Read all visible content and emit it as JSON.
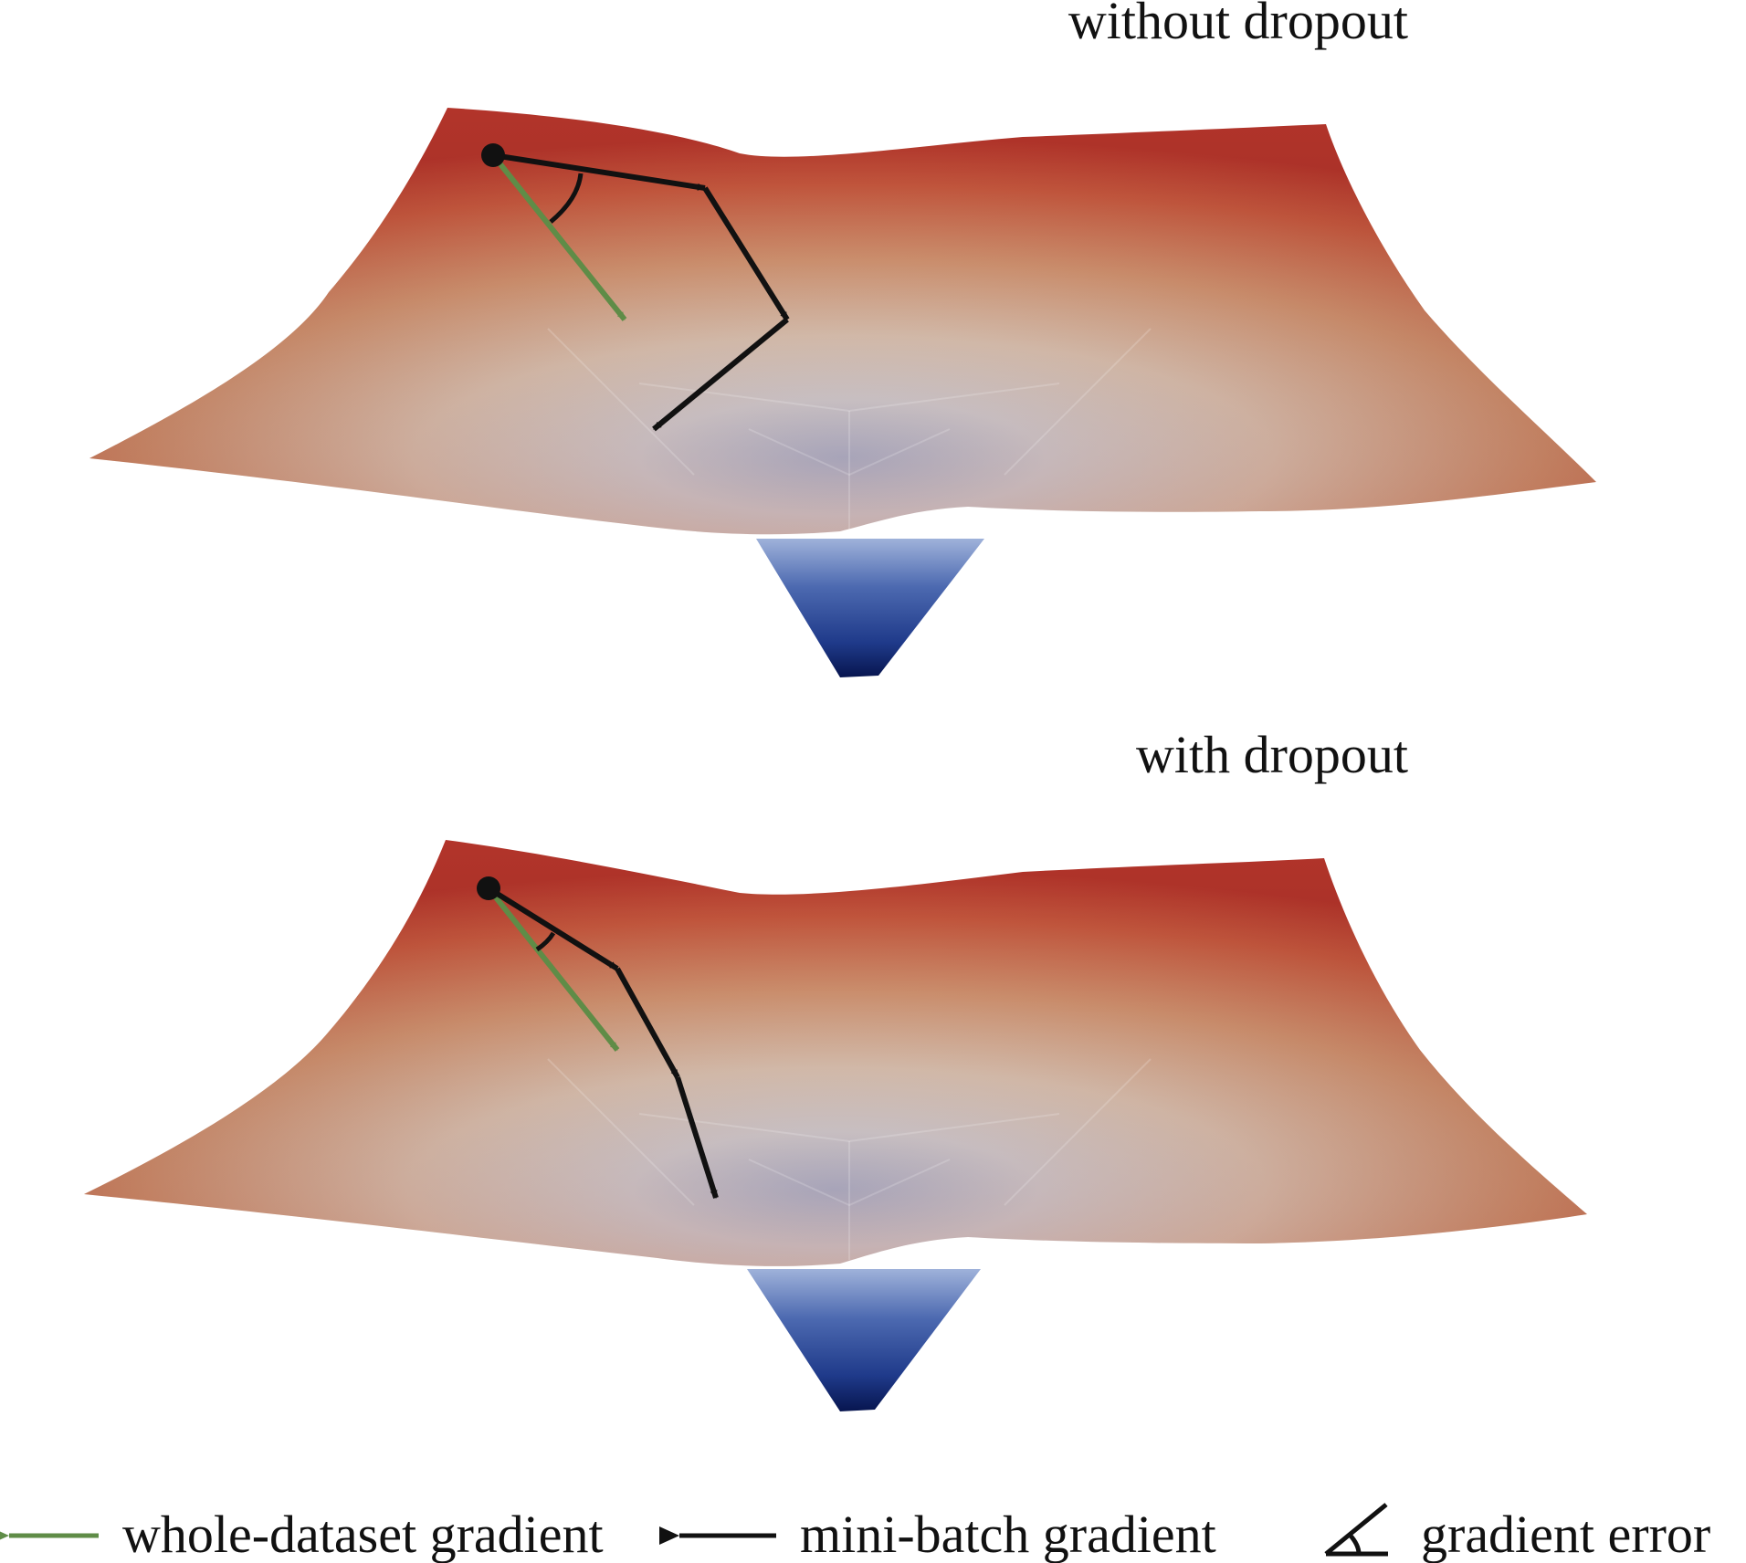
{
  "panels": [
    {
      "title": "without dropout"
    },
    {
      "title": "with dropout"
    }
  ],
  "legend": {
    "whole_dataset": "whole-dataset gradient",
    "mini_batch": "mini-batch gradient",
    "gradient_error": "gradient error"
  },
  "colors": {
    "whole_dataset_arrow": "#5f8c47",
    "mini_batch_arrow": "#111111",
    "surface_high": "#b83a2c",
    "surface_mid": "#e8d8cc",
    "surface_low": "#0a1a5c"
  }
}
